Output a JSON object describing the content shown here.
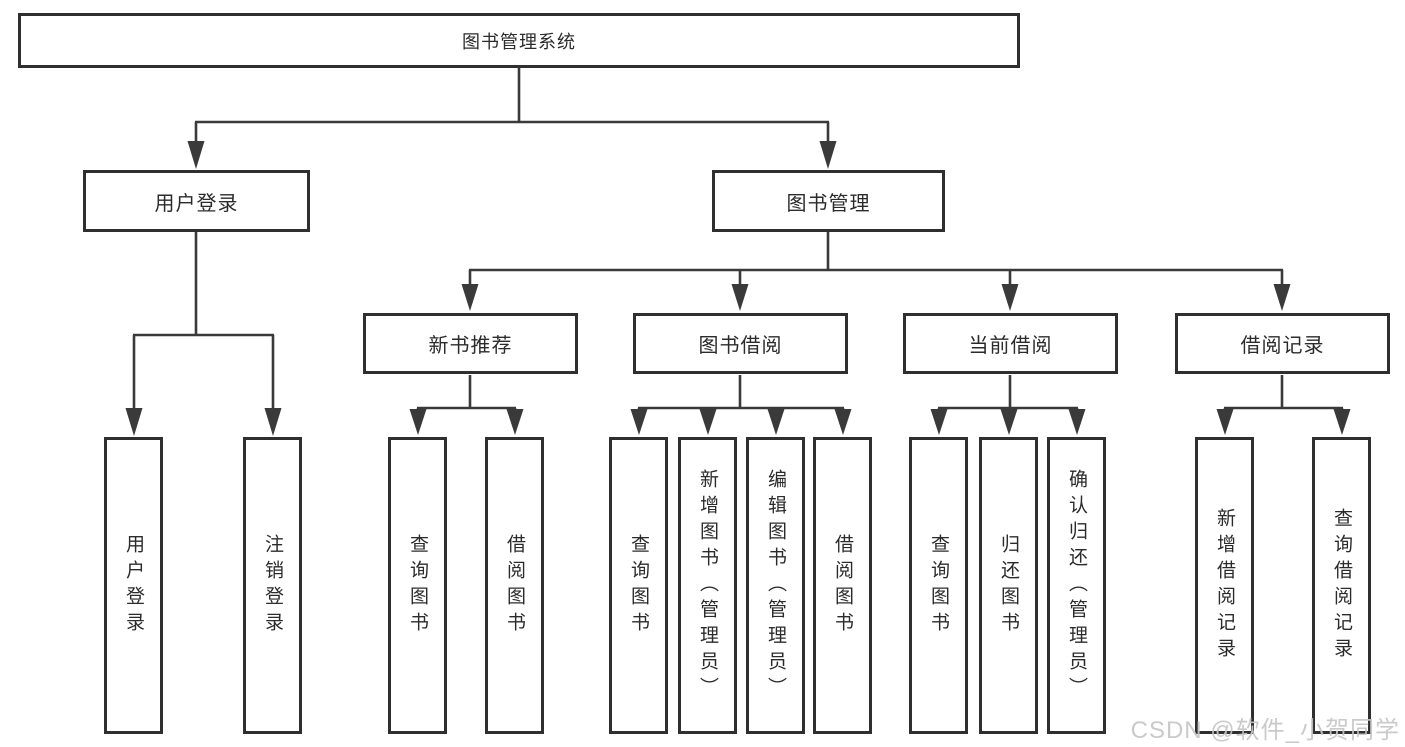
{
  "watermark": "CSDN @软件_小贺同学",
  "tree": {
    "root": {
      "label": "图书管理系统"
    },
    "branches": [
      {
        "label": "用户登录",
        "leaves": [
          "用户登录",
          "注销登录"
        ]
      },
      {
        "label": "图书管理",
        "sections": [
          {
            "label": "新书推荐",
            "leaves": [
              "查询图书",
              "借阅图书"
            ]
          },
          {
            "label": "图书借阅",
            "leaves": [
              "查询图书",
              "新增图书（管理员）",
              "编辑图书（管理员）",
              "借阅图书"
            ]
          },
          {
            "label": "当前借阅",
            "leaves": [
              "查询图书",
              "归还图书",
              "确认归还（管理员）"
            ]
          },
          {
            "label": "借阅记录",
            "leaves": [
              "新增借阅记录",
              "查询借阅记录"
            ]
          }
        ]
      }
    ]
  },
  "colors": {
    "line": "#3a3a3a",
    "box_border": "#2f2f2f",
    "box_fill": "#ffffff",
    "text": "#2b2b2b",
    "watermark": "#c5c5c5"
  }
}
